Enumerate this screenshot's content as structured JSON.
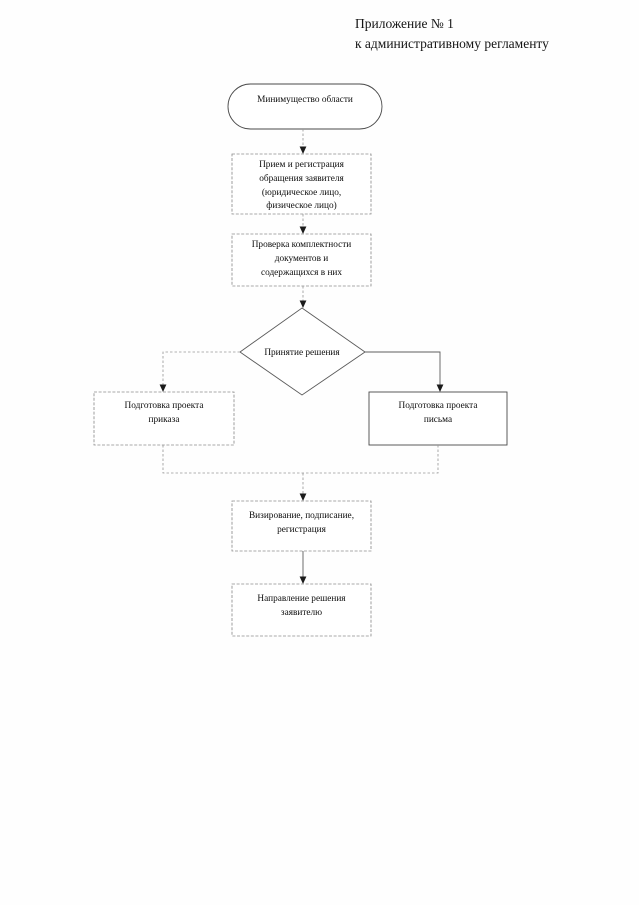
{
  "header": {
    "line1": "Приложение № 1",
    "line2": "к административному регламенту"
  },
  "flowchart": {
    "type": "flowchart",
    "orientation": "top-to-bottom",
    "nodes": [
      {
        "id": "start",
        "shape": "terminator",
        "lines": [
          "Минимущество области"
        ]
      },
      {
        "id": "intake",
        "shape": "process",
        "lines": [
          "Прием и регистрация",
          "обращения заявителя",
          "(юридическое лицо,",
          "физическое лицо)"
        ]
      },
      {
        "id": "check",
        "shape": "process",
        "lines": [
          "Проверка комплектности",
          "документов и",
          "содержащихся в них"
        ]
      },
      {
        "id": "decision",
        "shape": "decision",
        "lines": [
          "Принятие решения"
        ]
      },
      {
        "id": "branch-order",
        "shape": "process",
        "lines": [
          "Подготовка проекта",
          "приказа"
        ]
      },
      {
        "id": "branch-letter",
        "shape": "process",
        "lines": [
          "Подготовка проекта",
          "письма"
        ]
      },
      {
        "id": "approval",
        "shape": "process",
        "lines": [
          "Визирование, подписание,",
          "регистрация"
        ]
      },
      {
        "id": "dispatch",
        "shape": "process",
        "lines": [
          "Направление решения",
          "заявителю"
        ]
      }
    ],
    "edges": [
      {
        "from": "start",
        "to": "intake"
      },
      {
        "from": "intake",
        "to": "check"
      },
      {
        "from": "check",
        "to": "decision"
      },
      {
        "from": "decision",
        "to": "branch-order"
      },
      {
        "from": "decision",
        "to": "branch-letter"
      },
      {
        "from": "branch-order",
        "to": "approval"
      },
      {
        "from": "branch-letter",
        "to": "approval"
      },
      {
        "from": "approval",
        "to": "dispatch"
      }
    ]
  }
}
